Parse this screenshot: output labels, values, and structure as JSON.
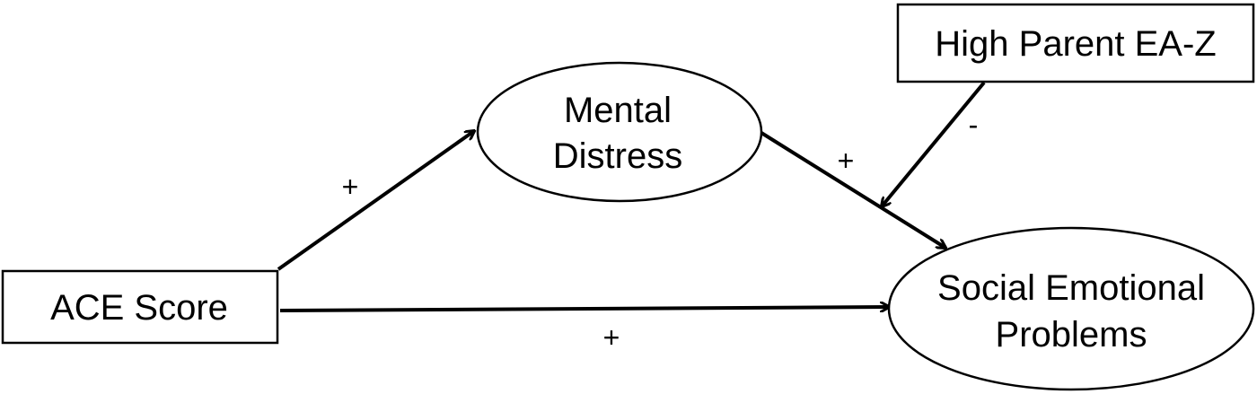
{
  "nodes": {
    "ace_score": {
      "label": "ACE Score"
    },
    "mental_distress": {
      "line1": "Mental",
      "line2": "Distress"
    },
    "high_parent_ea_z": {
      "label": "High Parent EA-Z"
    },
    "social_emotional_problems": {
      "line1": "Social Emotional",
      "line2": "Problems"
    }
  },
  "edges": {
    "ace_to_distress": {
      "sign": "+"
    },
    "distress_to_problems": {
      "sign": "+"
    },
    "moderator_to_path": {
      "sign": "-"
    },
    "ace_to_problems": {
      "sign": "+"
    }
  }
}
